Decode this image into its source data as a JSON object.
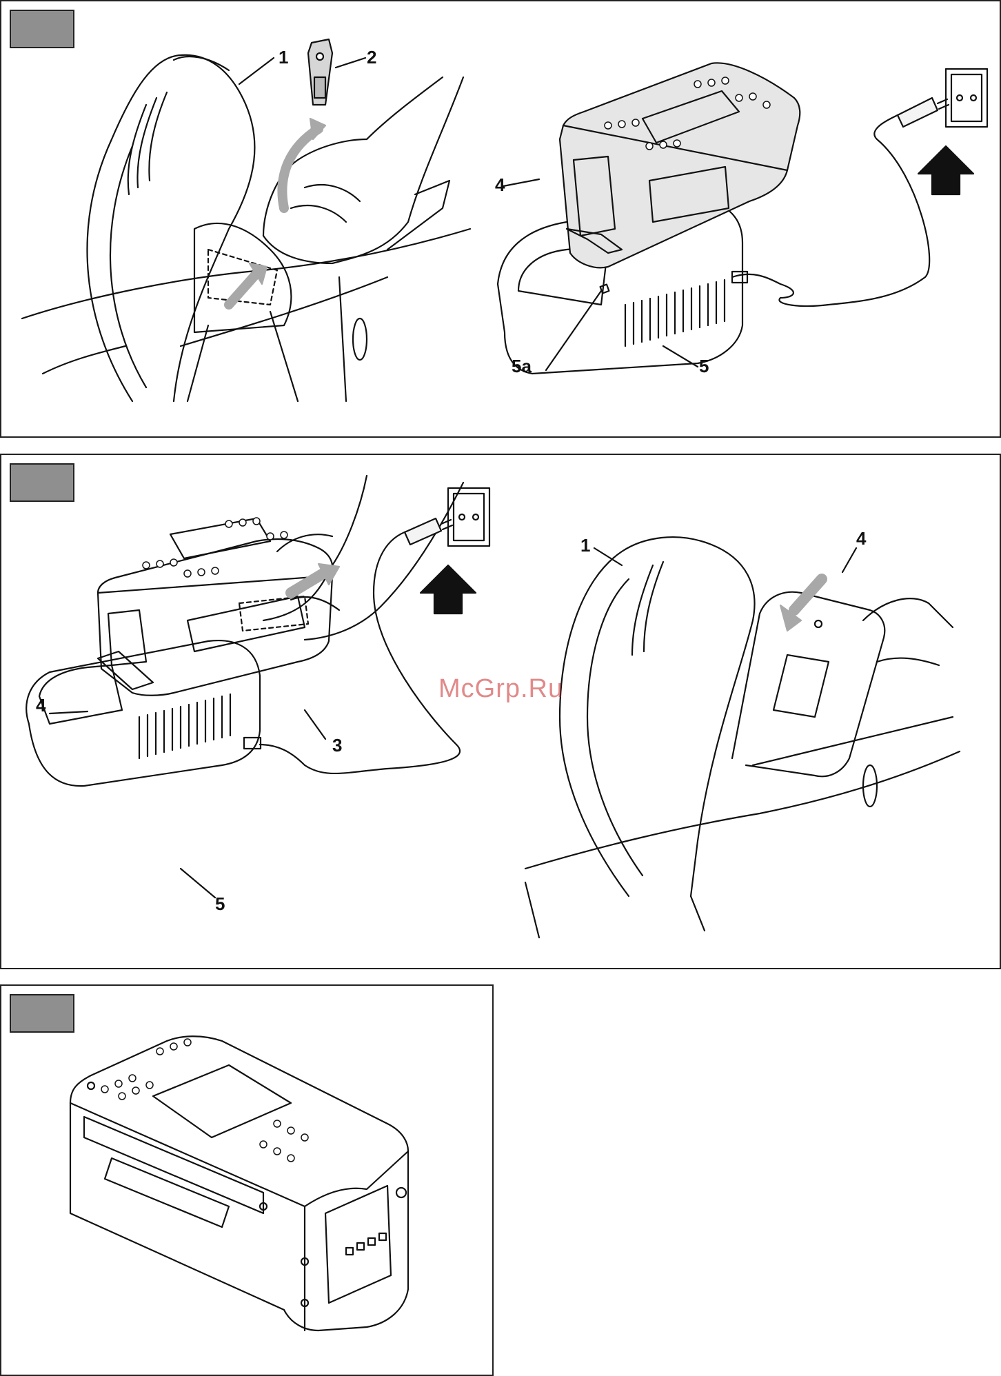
{
  "figures": {
    "fig1": {
      "left": {
        "labels": {
          "lid": "1",
          "key": "2"
        }
      },
      "right": {
        "labels": {
          "battery": "4",
          "charger": "5",
          "indicator": "5a"
        }
      }
    },
    "fig2": {
      "left": {
        "labels": {
          "battery": "4",
          "latch": "3",
          "charger": "5"
        }
      },
      "right": {
        "labels": {
          "lid": "1",
          "battery": "4"
        }
      }
    },
    "fig3": {}
  },
  "colors": {
    "tab": "#8f8f8f",
    "arrow": "#a8a8a8",
    "line": "#111111"
  },
  "icons": [
    "wall-socket-icon",
    "plug-icon",
    "insert-arrow-icon",
    "battery-pack-icon",
    "charger-icon"
  ],
  "watermark": "McGrp.Ru"
}
